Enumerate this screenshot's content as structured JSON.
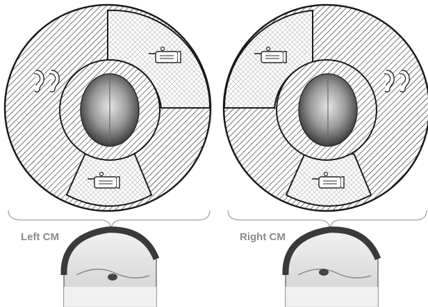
{
  "panels": [
    {
      "id": "left",
      "caption": "Left CM",
      "ear_side": "left"
    },
    {
      "id": "right",
      "caption": "Right CM",
      "ear_side": "right"
    }
  ],
  "legend_regions": {
    "hatched": "diagonal-hatch",
    "crosshatched": "cross-hatch"
  },
  "icons": {
    "ear": "ear-icon",
    "hand": "pointing-hand-icon",
    "head": "head-top-view-icon",
    "brain": "brain-sagittal-icon"
  },
  "colors": {
    "outline": "#1a1a1a",
    "hatch": "#2b2b2b",
    "brace": "#b0b0b0",
    "label": "#8a8a8a",
    "cortex": "#3a3a3a"
  }
}
